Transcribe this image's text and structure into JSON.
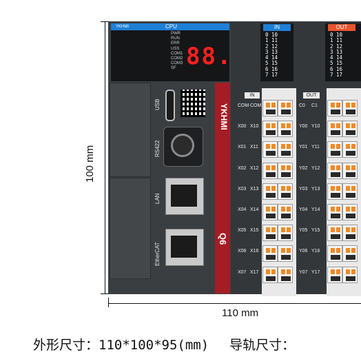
{
  "dimensions": {
    "height": "100 mm",
    "width": "110 mm"
  },
  "spec_line": {
    "size_label": "外形尺寸：",
    "size_value": "110*100*95(mm)",
    "rail_label": "导轨尺寸："
  },
  "cpu": {
    "header_logo": "YKHMI",
    "header_label": "CPU",
    "display": "88.",
    "leds": [
      "PWR",
      "RUN",
      "ERR",
      "USS",
      "COM1",
      "COM2",
      "COM3",
      "SF"
    ],
    "brand": "YKHMI",
    "model": "Q6"
  },
  "ports": {
    "usb": "USB",
    "rs422": "RS422",
    "lan": "LAN",
    "ethercat": "EtherCAT"
  },
  "in_module": {
    "header": "IN",
    "led_rows": [
      "0 10",
      "1 11",
      "2 12",
      "3 13",
      "4 14",
      "5 15",
      "6 16",
      "7 17"
    ],
    "terminal_header": "IN",
    "left_labels": [
      "COM",
      "X00",
      "X01",
      "X02",
      "X03",
      "X04",
      "X05",
      "X06",
      "X07"
    ],
    "right_labels": [
      "COM",
      "X10",
      "X11",
      "X12",
      "X13",
      "X14",
      "X15",
      "X16",
      "X17"
    ]
  },
  "out_module": {
    "header": "OUT",
    "led_rows": [
      "0 10",
      "1 11",
      "2 12",
      "3 13",
      "4 14",
      "5 15",
      "6 16",
      "7 17"
    ],
    "terminal_header": "OUT",
    "left_labels": [
      "C0",
      "Y00",
      "Y01",
      "Y02",
      "Y03",
      "Y04",
      "Y05",
      "Y06",
      "Y07"
    ],
    "right_labels": [
      "C1",
      "Y10",
      "Y11",
      "Y12",
      "Y13",
      "Y14",
      "Y15",
      "Y16",
      "Y17"
    ]
  },
  "colors": {
    "accent_blue": "#1e7fd6",
    "accent_red": "#a51d24",
    "accent_orange": "#e8542c"
  }
}
